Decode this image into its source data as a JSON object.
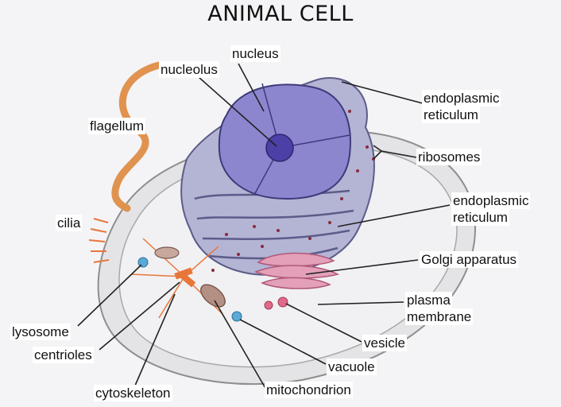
{
  "title": "ANIMAL CELL",
  "labels": {
    "nucleus": "nucleus",
    "nucleolus": "nucleolus",
    "er_top_1": "endoplasmic",
    "er_top_2": "reticulum",
    "flagellum": "flagellum",
    "ribosomes": "ribosomes",
    "er_mid_1": "endoplasmic",
    "er_mid_2": "reticulum",
    "cilia": "cilia",
    "golgi": "Golgi apparatus",
    "plasma_1": "plasma",
    "plasma_2": "membrane",
    "lysosome": "lysosome",
    "vesicle": "vesicle",
    "centrioles": "centrioles",
    "vacuole": "vacuole",
    "cytoskeleton": "cytoskeleton",
    "mitochondrion": "mitochondrion"
  },
  "colors": {
    "nucleus": "#8c86cf",
    "nucleolus": "#4c3fa6",
    "er": "#7f7fb5",
    "golgi": "#d98aa6",
    "cytoskeleton": "#e8763a",
    "flagellum": "#e0934f",
    "lysosome": "#5aa9d6",
    "vesicle": "#e06a8a",
    "membrane": "#9a9a9a"
  }
}
